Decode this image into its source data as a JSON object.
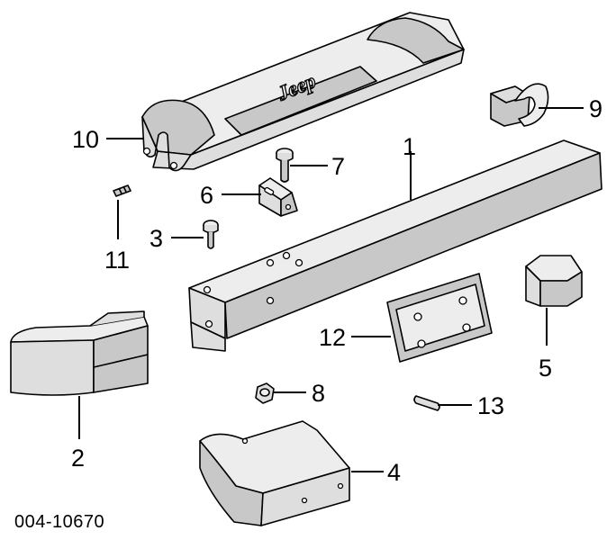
{
  "diagram": {
    "drawing_code": "004-10670",
    "brand_mark": "Jeep",
    "callouts": [
      {
        "key": "1",
        "text": "1"
      },
      {
        "key": "2",
        "text": "2"
      },
      {
        "key": "3",
        "text": "3"
      },
      {
        "key": "4",
        "text": "4"
      },
      {
        "key": "5",
        "text": "5"
      },
      {
        "key": "6",
        "text": "6"
      },
      {
        "key": "7",
        "text": "7"
      },
      {
        "key": "8",
        "text": "8"
      },
      {
        "key": "9",
        "text": "9"
      },
      {
        "key": "10",
        "text": "10"
      },
      {
        "key": "11",
        "text": "11"
      },
      {
        "key": "12",
        "text": "12"
      },
      {
        "key": "13",
        "text": "13"
      }
    ]
  }
}
